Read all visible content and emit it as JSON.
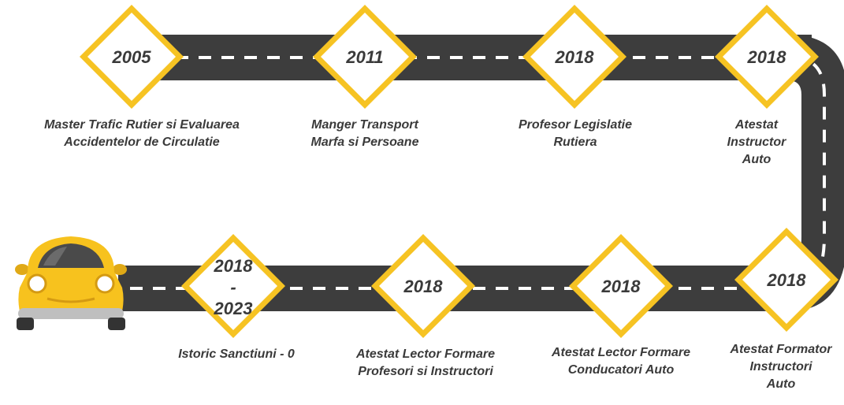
{
  "colors": {
    "road": "#3d3d3d",
    "lane_marking": "#ffffff",
    "sign_fill": "#ffffff",
    "sign_border": "#f6c323",
    "text": "#3a3a3a",
    "car_body": "#f7c21e"
  },
  "milestones": [
    {
      "year": "2005",
      "caption_lines": [
        "Master Trafic Rutier si Evaluarea",
        "Accidentelor de Circulatie"
      ]
    },
    {
      "year": "2011",
      "caption_lines": [
        "Manger Transport",
        "Marfa si Persoane"
      ]
    },
    {
      "year": "2018",
      "caption_lines": [
        "Profesor Legislatie",
        "Rutiera"
      ]
    },
    {
      "year": "2018",
      "caption_lines": [
        "Atestat",
        "Instructor",
        "Auto"
      ]
    },
    {
      "year": "2018",
      "caption_lines": [
        "Atestat Formator",
        "Instructori",
        "Auto"
      ]
    },
    {
      "year": "2018",
      "caption_lines": [
        "Atestat Lector Formare",
        "Conducatori Auto"
      ]
    },
    {
      "year": "2018",
      "caption_lines": [
        "Atestat Lector Formare",
        "Profesori si Instructori"
      ]
    },
    {
      "year_lines": [
        "2018",
        "-",
        "2023"
      ],
      "caption_lines": [
        "Istoric Sanctiuni - 0"
      ]
    }
  ],
  "icons": {
    "car": "car-icon"
  }
}
